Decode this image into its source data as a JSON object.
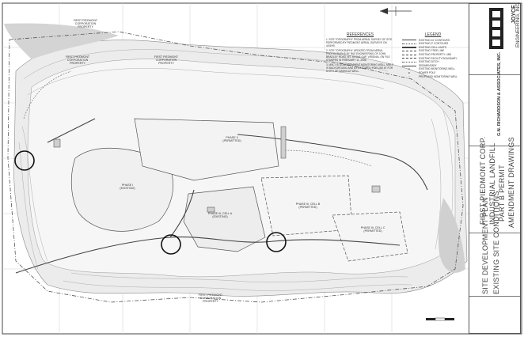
{
  "drawing": {
    "property_labels": [
      {
        "key": "top",
        "lines": [
          "FIRST PIEDMONT",
          "CORPORATION",
          "PROPERTY"
        ]
      },
      {
        "key": "left",
        "lines": [
          "FIRST PIEDMONT",
          "CORPORATION",
          "PROPERTY"
        ]
      },
      {
        "key": "center",
        "lines": [
          "FIRST PIEDMONT",
          "CORPORATION",
          "PROPERTY"
        ]
      },
      {
        "key": "bottom",
        "lines": [
          "FIRST PIEDMONT",
          "CORPORATION",
          "PROPERTY"
        ]
      }
    ],
    "phase_labels": [
      {
        "key": "phase2",
        "lines": [
          "PHASE II",
          "(PERMITTED)"
        ]
      },
      {
        "key": "phase1",
        "lines": [
          "PHASE I",
          "(EXISTING)"
        ]
      },
      {
        "key": "phase3b",
        "lines": [
          "PHASE III, CELL B",
          "(PERMITTED)"
        ]
      },
      {
        "key": "phase3a",
        "lines": [
          "PHASE III, CELL A",
          "(EXISTING)"
        ]
      },
      {
        "key": "phase3c",
        "lines": [
          "PHASE III, CELL C",
          "(PERMITTED)"
        ]
      }
    ],
    "references": {
      "title": "REFERENCES",
      "items": [
        "1. SITE TOPOGRAPHY FROM AERIAL SURVEY OF SITE PERFORMED BY PIEDMONT AERIAL SURVEYS ON 4/15/99.",
        "2. SITE TOPOGRAPHY UPDATED FROM AERIAL PHOTOGRAPHS BY R&S ENGINEERING OF JOHN BRADLEY ROAD, MT. STONE GAP, VIRGINIA, ON FILE STAMPED IN FEBRUARY 11, 2006.",
        "3. MW-1 IS DOWNGRADIENT MONITORING WELL, MW-2 IS BACKGROUND AND EXTENT WELL FOR USE AT FOR A CITY OF DANVILLE WELL."
      ]
    },
    "legend": {
      "title": "LEGEND",
      "items": [
        "EXISTING 10' CONTOURS",
        "EXISTING 2' CONTOURS",
        "EXISTING CELL LIMITS",
        "EXISTING TREE LINE",
        "EXISTING PROPERTY LINE",
        "EXISTING FACILITY BOUNDARY",
        "EXISTING DITCH",
        "SEDIMENTARY",
        "EXISTING MONITORING WELL",
        "POWER POLE",
        "PROPOSED MONITORING WELL"
      ]
    }
  },
  "title_block": {
    "firm": "JOYCE",
    "firm_sub": "ENGINEERING, INC.",
    "consultant": "G.N. RICHARDSON & ASSOCIATES, INC.",
    "project_lines": [
      "FIRST PIEDMONT CORP.",
      "INDUSTRIAL LANDFILL",
      "PART B PERMIT",
      "AMENDMENT DRAWINGS"
    ],
    "sheet_lines": [
      "SITE DEVELOPMENT PLAN",
      "EXISTING SITE CONDITIONS"
    ]
  },
  "colors": {
    "line": "#3a3a3a",
    "contour": "#8a8a8a",
    "paper": "#ffffff"
  }
}
